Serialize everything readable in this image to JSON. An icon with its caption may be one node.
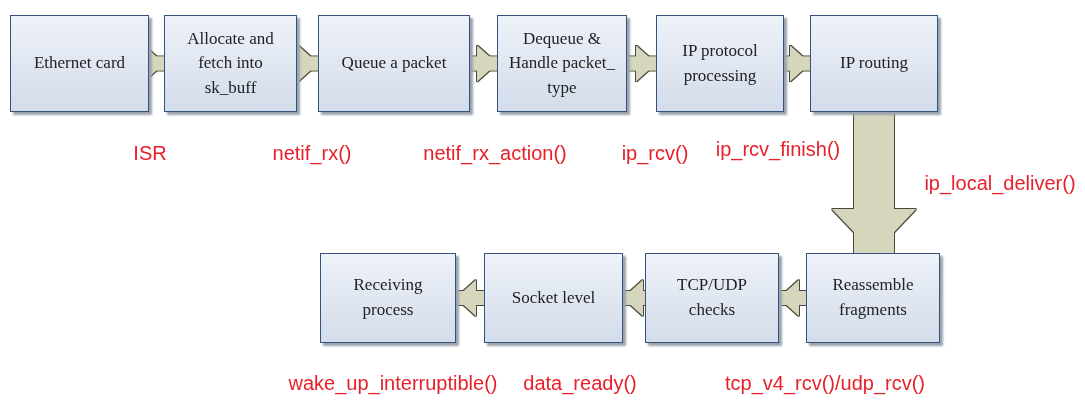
{
  "diagram": {
    "nodes": [
      {
        "text": [
          "Ethernet card"
        ]
      },
      {
        "text": [
          "Allocate and fetch into sk_buff"
        ]
      },
      {
        "text": [
          "Queue a packet"
        ]
      },
      {
        "text": [
          "Dequeue & Handle packet_ type"
        ]
      },
      {
        "text": [
          "IP protocol processing"
        ]
      },
      {
        "text": [
          "IP routing"
        ]
      },
      {
        "text": [
          "Receiving process"
        ]
      },
      {
        "text": [
          "Socket level"
        ]
      },
      {
        "text": [
          "TCP/UDP checks"
        ]
      },
      {
        "text": [
          "Reassemble fragments"
        ]
      }
    ],
    "edges": [
      {
        "from": 0,
        "to": 1,
        "arrow": "to",
        "label": "ISR"
      },
      {
        "from": 1,
        "to": 2,
        "arrow": "to",
        "label": "netif_rx()"
      },
      {
        "from": 2,
        "to": 3,
        "arrow": "to",
        "label": "netif_rx_action()"
      },
      {
        "from": 3,
        "to": 4,
        "arrow": "to",
        "label": "ip_rcv()"
      },
      {
        "from": 4,
        "to": 5,
        "arrow": "to",
        "label": "ip_rcv_finish()"
      },
      {
        "from": 5,
        "to": 9,
        "arrow": "to",
        "label": "ip_local_deliver()",
        "style": "thick"
      },
      {
        "from": 9,
        "to": 8,
        "arrow": "to",
        "label": "tcp_v4_rcv()/udp_rcv()"
      },
      {
        "from": 8,
        "to": 7,
        "arrow": "to",
        "label": "data_ready()"
      },
      {
        "from": 7,
        "to": 6,
        "arrow": "to",
        "label": "wake_up_interruptible()"
      }
    ]
  }
}
